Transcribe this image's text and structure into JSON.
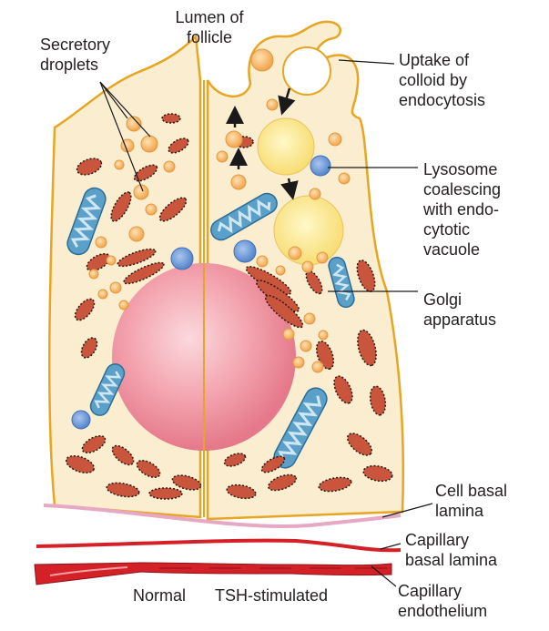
{
  "labels": {
    "lumen_line1": "Lumen of",
    "lumen_line2": "follicle",
    "secretory_line1": "Secretory",
    "secretory_line2": "droplets",
    "uptake_line1": "Uptake of",
    "uptake_line2": "colloid by",
    "uptake_line3": "endocytosis",
    "lysosome_line1": "Lysosome",
    "lysosome_line2": "coalescing",
    "lysosome_line3": "with endo-",
    "lysosome_line4": "cytotic",
    "lysosome_line5": "vacuole",
    "golgi_line1": "Golgi",
    "golgi_line2": "apparatus",
    "cell_basal_line1": "Cell basal",
    "cell_basal_line2": "lamina",
    "cap_basal_line1": "Capillary",
    "cap_basal_line2": "basal lamina",
    "cap_endo_line1": "Capillary",
    "cap_endo_line2": "endothelium",
    "normal": "Normal",
    "tsh": "TSH-stimulated"
  },
  "colors": {
    "cytoplasm": "#fbedcf",
    "cell_outline": "#e7a522",
    "nucleus": "#ee8e9a",
    "mitochondria_fill": "#5aa0c8",
    "mitochondria_matrix": "#cfe7f2",
    "rer": "#c8553c",
    "droplet": "#f6b15a",
    "colloid": "#fbe489",
    "lysosome": "#6d9ad6",
    "cell_basal_lamina": "#e7a8c4",
    "capillary": "#d42027"
  }
}
